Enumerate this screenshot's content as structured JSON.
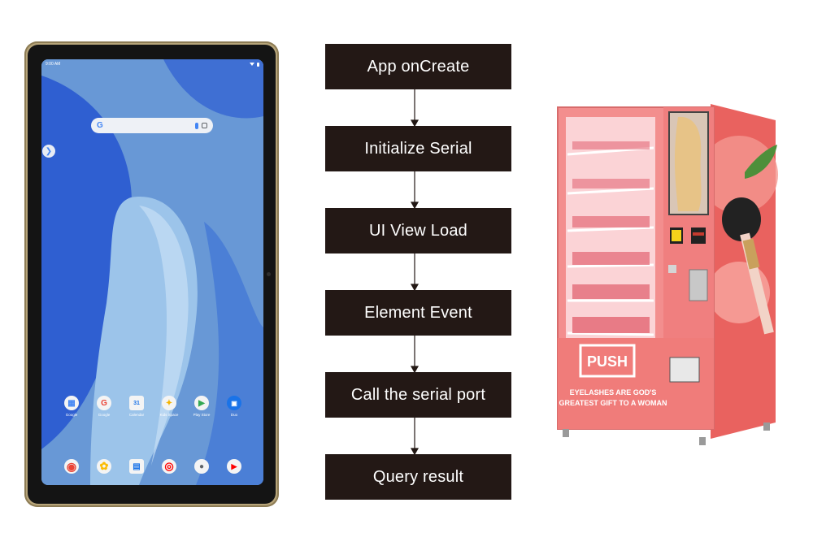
{
  "tablet": {
    "status_time": "9:00 AM",
    "apps_row": [
      {
        "label": "Google",
        "glyph": "▦",
        "color": "#4285f4"
      },
      {
        "label": "Google",
        "glyph": "G",
        "color": "#ea4335"
      },
      {
        "label": "Calendar",
        "glyph": "31",
        "color": "#1a73e8"
      },
      {
        "label": "Kids Space",
        "glyph": "✦",
        "color": "#f4b400"
      },
      {
        "label": "Play Store",
        "glyph": "▶",
        "color": "#34a853"
      },
      {
        "label": "Duo",
        "glyph": "▣",
        "color": "#ffffff"
      }
    ],
    "dock": [
      {
        "name": "chrome",
        "glyph": "◉",
        "color": "#ea4335"
      },
      {
        "name": "photos",
        "glyph": "✿",
        "color": "#fbbc05"
      },
      {
        "name": "files",
        "glyph": "▤",
        "color": "#1a73e8"
      },
      {
        "name": "youtube-music",
        "glyph": "◎",
        "color": "#ff0000"
      },
      {
        "name": "camera",
        "glyph": "●",
        "color": "#5f6368"
      },
      {
        "name": "youtube",
        "glyph": "▶",
        "color": "#ff0000"
      }
    ]
  },
  "flow": {
    "steps": [
      "App onCreate",
      "Initialize Serial",
      "UI View Load",
      "Element Event",
      "Call the serial port",
      "Query result"
    ]
  },
  "vending_machine": {
    "push_label": "PUSH",
    "slogan_line1": "EYELASHES ARE GOD'S",
    "slogan_line2": "GREATEST GIFT TO A WOMAN",
    "accent_color": "#f08a8a"
  }
}
